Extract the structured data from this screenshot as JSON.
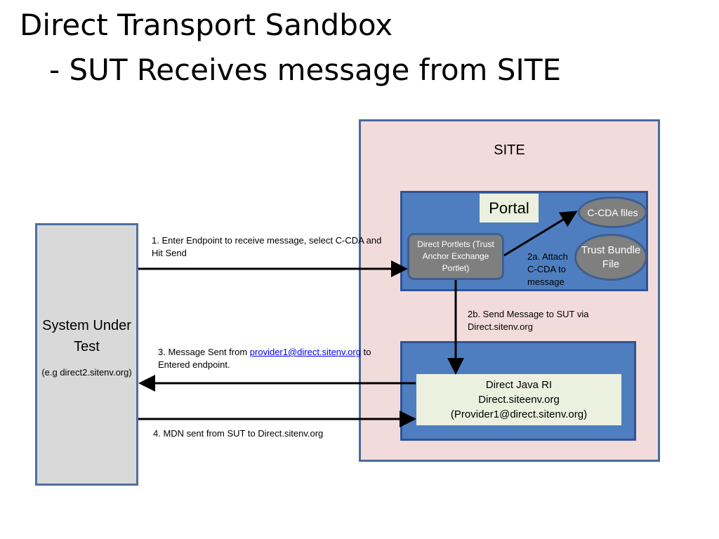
{
  "title": {
    "line1": "Direct Transport Sandbox",
    "line2": "- SUT Receives message from SITE"
  },
  "sut": {
    "name": "System Under Test",
    "example": "(e.g direct2.sitenv.org)"
  },
  "site": {
    "label": "SITE",
    "portal": "Portal",
    "portlets": "Direct Portlets (Trust Anchor Exchange Portlet)",
    "ccda_files": "C-CDA files",
    "trust_bundle": "Trust Bundle File",
    "ri": {
      "line1": "Direct Java RI",
      "line2": "Direct.siteenv.org",
      "line3": "(Provider1@direct.sitenv.org)"
    }
  },
  "steps": {
    "step1": "1. Enter Endpoint to receive message, select C-CDA and Hit Send",
    "step2a": "2a. Attach C-CDA to message",
    "step2b": "2b. Send Message to SUT via Direct.sitenv.org",
    "step3_prefix": "3. Message Sent from ",
    "step3_link": "provider1@direct.sitenv.org",
    "step3_suffix": " to Entered endpoint.",
    "step4": "4. MDN sent from SUT to Direct.sitenv.org"
  },
  "colors": {
    "site_fill": "#f2dcdb",
    "panel_blue": "#4f7ec0",
    "node_gray": "#7f7f7f",
    "sut_fill": "#d9d9d9",
    "label_cream": "#ebf1de"
  }
}
